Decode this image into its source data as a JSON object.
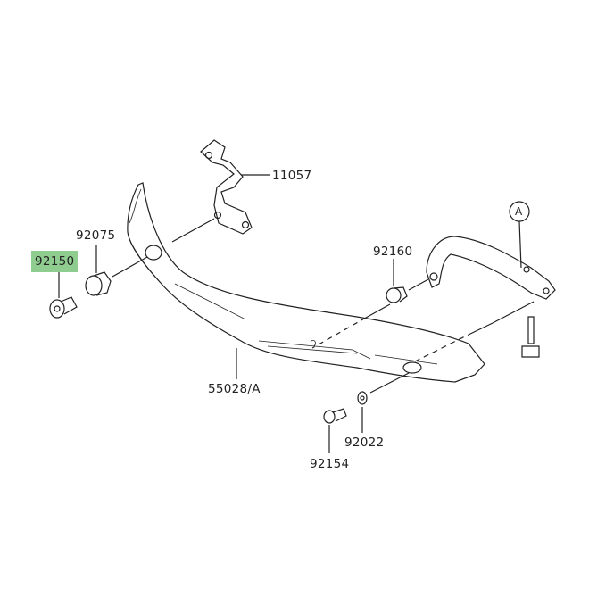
{
  "parts": [
    {
      "number": "92150",
      "highlighted": true
    },
    {
      "number": "92075"
    },
    {
      "number": "11057"
    },
    {
      "number": "92160"
    },
    {
      "number": "55028/A"
    },
    {
      "number": "92022"
    },
    {
      "number": "92154"
    }
  ],
  "callout": {
    "letter": "A"
  },
  "colors": {
    "highlight": "#8fcc8f",
    "line": "#222222"
  }
}
